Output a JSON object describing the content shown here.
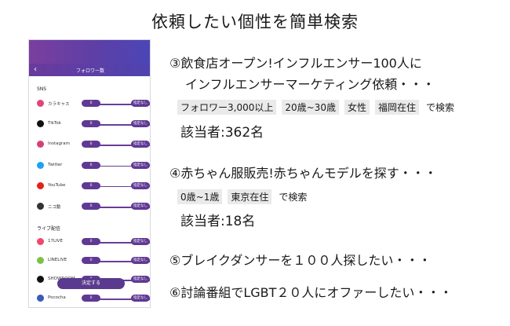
{
  "headline": "依頼したい個性を簡単検索",
  "phone": {
    "header_title": "フォロワー数",
    "sns_section": "SNS",
    "live_section": "ライブ配信",
    "min_label": "0",
    "max_label": "指定なし",
    "decide_button": "決定する",
    "sns_items": [
      {
        "label": "カラキャス",
        "icon": "karakyasu-icon",
        "color": "#e0457b"
      },
      {
        "label": "TikTok",
        "icon": "tiktok-icon",
        "color": "#111111"
      },
      {
        "label": "Instagram",
        "icon": "instagram-icon",
        "color": "#d6407a"
      },
      {
        "label": "Twitter",
        "icon": "twitter-icon",
        "color": "#1da1f2"
      },
      {
        "label": "YouTube",
        "icon": "youtube-icon",
        "color": "#e62117"
      },
      {
        "label": "ニコ動",
        "icon": "niconico-icon",
        "color": "#333333"
      }
    ],
    "live_items": [
      {
        "label": "17LIVE",
        "icon": "17live-icon",
        "color": "#f0486b"
      },
      {
        "label": "LINELIVE",
        "icon": "linelive-icon",
        "color": "#7cc242"
      },
      {
        "label": "SHOWROOM",
        "icon": "showroom-icon",
        "color": "#111111"
      },
      {
        "label": "Pococha",
        "icon": "pococha-icon",
        "color": "#3a5bb8"
      }
    ]
  },
  "cases": [
    {
      "title_line1": "③飲食店オープン!インフルエンサー100人に",
      "title_line2": "インフルエンサーマーケティング依頼・・・",
      "chips": [
        "フォロワー3,000以上",
        "20歳~30歳",
        "女性",
        "福岡在住"
      ],
      "chip_suffix": "で検索",
      "result": "該当者:362名"
    },
    {
      "title_line1": "④赤ちゃん服販売!赤ちゃんモデルを探す・・・",
      "chips": [
        "0歳~1歳",
        "東京在住"
      ],
      "chip_suffix": "で検索",
      "result": "該当者:18名"
    },
    {
      "title_line1": "⑤ブレイクダンサーを１００人探したい・・・"
    },
    {
      "title_line1": "⑥討論番組でLGBT２０人にオファーしたい・・・"
    }
  ]
}
